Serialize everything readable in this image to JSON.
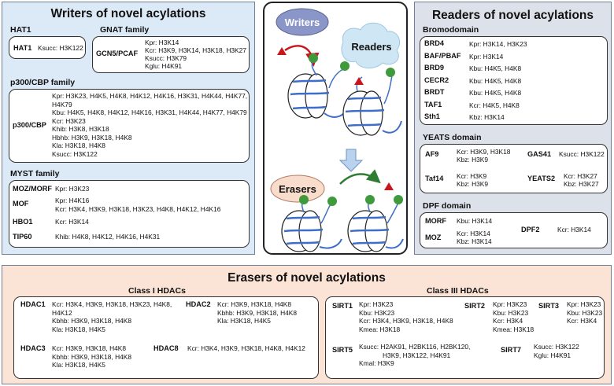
{
  "writers": {
    "title": "Writers of novel acylations",
    "hat1": {
      "section": "HAT1",
      "name": "HAT1",
      "marks": [
        "Ksucc: H3K122"
      ]
    },
    "gnat": {
      "section": "GNAT family",
      "name": "GCN5/PCAF",
      "marks": [
        "Kpr: H3K14",
        "Kcr: H3K9, H3K14, H3K18, H3K27",
        "Ksucc: H3K79",
        "Kglu: H4K91"
      ]
    },
    "p300": {
      "section": "p300/CBP family",
      "name": "p300/CBP",
      "marks": [
        "Kpr: H3K23, H4K5, H4K8, H4K12, H4K16, H3K31, H4K44, H4K77,",
        "H4K79",
        "Kbu: H4K5, H4K8, H4K12, H4K16, H3K31, H4K44, H4K77, H4K79",
        "Kcr: H3K23",
        "Khib: H3K8, H3K18",
        "Hbhb: H3K9, H3K18, H4K8",
        "Kla: H3K18, H4K8",
        "Ksucc: H3K122"
      ]
    },
    "myst": {
      "section": "MYST family",
      "items": [
        {
          "name": "MOZ/MORF",
          "marks": [
            "Kpr: H3K23"
          ]
        },
        {
          "name": "MOF",
          "marks": [
            "Kpr: H4K16",
            "Kcr: H3K4, H3K9, H3K18, H3K23, H4K8, H4K12, H4K16"
          ]
        },
        {
          "name": "HBO1",
          "marks": [
            "Kcr: H3K14"
          ]
        },
        {
          "name": "TIP60",
          "marks": [
            "Khib: H4K8, H4K12, H4K16, H4K31"
          ]
        }
      ]
    }
  },
  "center": {
    "writers_label": "Writers",
    "readers_label": "Readers",
    "erasers_label": "Erasers"
  },
  "readers": {
    "title": "Readers of novel acylations",
    "bromo": {
      "section": "Bromodomain",
      "items": [
        {
          "name": "BRD4",
          "marks": "Kpr: H3K14, H3K23"
        },
        {
          "name": "BAF/PBAF",
          "marks": "Kpr: H3K14"
        },
        {
          "name": "BRD9",
          "marks": "Kbu: H4K5, H4K8"
        },
        {
          "name": "CECR2",
          "marks": "Kbu: H4K5, H4K8"
        },
        {
          "name": "BRDT",
          "marks": "Kbu: H4K5, H4K8"
        },
        {
          "name": "TAF1",
          "marks": "Kcr: H4K5, H4K8"
        },
        {
          "name": "Sth1",
          "marks": "Kbz: H3K14"
        }
      ]
    },
    "yeats": {
      "section": "YEATS domain",
      "af9": {
        "name": "AF9",
        "marks": [
          "Kcr: H3K9, H3K18",
          "Kbz: H3K9"
        ]
      },
      "gas41": {
        "name": "GAS41",
        "marks": [
          "Ksucc: H3K122"
        ]
      },
      "taf14": {
        "name": "Taf14",
        "marks": [
          "Kcr: H3K9",
          "Kbz: H3K9"
        ]
      },
      "yeats2": {
        "name": "YEATS2",
        "marks": [
          "Kcr: H3K27",
          "Kbz: H3K27"
        ]
      }
    },
    "dpf": {
      "section": "DPF domain",
      "morf": {
        "name": "MORF",
        "marks": [
          "Kbu: H3K14"
        ]
      },
      "moz": {
        "name": "MOZ",
        "marks": [
          "Kcr: H3K14",
          "Kbz: H3K14"
        ]
      },
      "dpf2": {
        "name": "DPF2",
        "marks": [
          "Kcr: H3K14"
        ]
      }
    }
  },
  "erasers": {
    "title": "Erasers of novel acylations",
    "class1": {
      "label": "Class I HDACs",
      "hdac1": {
        "name": "HDAC1",
        "marks": [
          "Kcr: H3K4, H3K9, H3K18, H3K23, H4K8,",
          "H4K12",
          "Kbhb: H3K9, H3K18, H4K8",
          "Kla: H3K18, H4K5"
        ]
      },
      "hdac2": {
        "name": "HDAC2",
        "marks": [
          "Kcr: H3K9, H3K18, H4K8",
          "Kbhb: H3K9, H3K18, H4K8",
          "Kla: H3K18, H4K5"
        ]
      },
      "hdac3": {
        "name": "HDAC3",
        "marks": [
          "Kcr: H3K9, H3K18, H4K8",
          "Kbhb: H3K9, H3K18, H4K8",
          "Kla: H3K18, H4K5"
        ]
      },
      "hdac8": {
        "name": "HDAC8",
        "marks": [
          "Kcr: H3K4, H3K9, H3K18, H4K8, H4K12"
        ]
      }
    },
    "class3": {
      "label": "Class III HDACs",
      "sirt1": {
        "name": "SIRT1",
        "marks": [
          "Kpr: H3K23",
          "Kbu: H3K23",
          "Kcr: H3K4, H3K9, H3K18, H4K8",
          "Kmea: H3K18"
        ]
      },
      "sirt2": {
        "name": "SIRT2",
        "marks": [
          "Kpr: H3K23",
          "Kbu: H3K23",
          "Kcr: H3K4",
          "Kmea: H3K18"
        ]
      },
      "sirt3": {
        "name": "SIRT3",
        "marks": [
          "Kpr: H3K23",
          "Kbu: H3K23",
          "Kcr: H3K4"
        ]
      },
      "sirt5": {
        "name": "SIRT5",
        "marks": [
          "Ksucc: H2AK91, H2BK116, H2BK120,",
          "H3K9, H3K122, H4K91",
          "Kmal: H3K9"
        ]
      },
      "sirt7": {
        "name": "SIRT7",
        "marks": [
          "Ksucc: H3K122",
          "Kglu: H4K91"
        ]
      }
    }
  },
  "colors": {
    "writers_bg": "#dceaf7",
    "readers_bg": "#dde1ea",
    "erasers_bg": "#fbe3d6",
    "writers_oval": "#8a96c8",
    "erasers_oval": "#f8dccc",
    "dna": "#3f6fc4",
    "acyl_triangle": "#c8161d",
    "green_group": "#3e9a3a"
  }
}
